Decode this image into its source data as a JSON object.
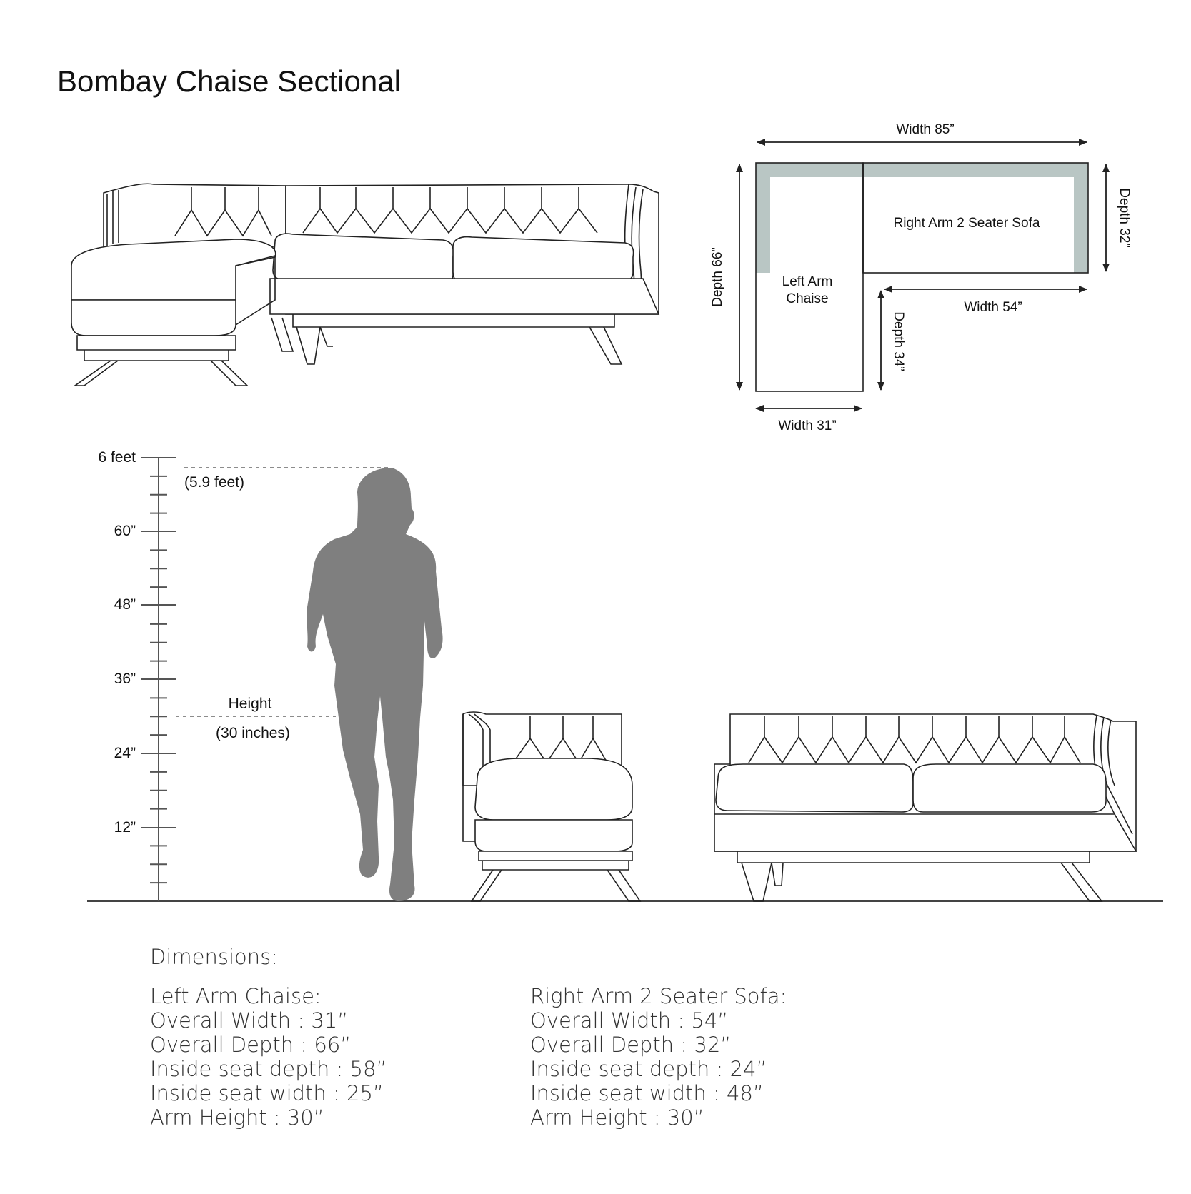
{
  "title": "Bombay Chaise Sectional",
  "plan": {
    "width_total": "Width 85”",
    "depth_total": "Depth 66”",
    "depth_sofa": "Depth 32”",
    "width_sofa": "Width 54”",
    "depth_chaise_inner": "Depth 34”",
    "width_chaise": "Width 31”",
    "sofa_label": "Right Arm 2 Seater Sofa",
    "chaise_label_line1": "Left Arm",
    "chaise_label_line2": "Chaise",
    "backrest_color": "#b9c6c4"
  },
  "scale": {
    "ticks": [
      "6 feet",
      "60”",
      "48”",
      "36”",
      "24”",
      "12”"
    ],
    "person_height": "(5.9 feet)",
    "arm_height_label": "Height",
    "arm_height_value": "(30 inches)",
    "person_color": "#7f7f7f"
  },
  "dimensions": {
    "heading": "Dimensions:",
    "chaise": {
      "title": "Left Arm Chaise:",
      "lines": [
        "Overall Width : 31”",
        "Overall Depth : 66”",
        "Inside seat depth : 58”",
        "Inside seat width : 25”",
        "Arm Height : 30”"
      ]
    },
    "sofa": {
      "title": "Right Arm 2 Seater Sofa:",
      "lines": [
        "Overall Width : 54”",
        "Overall Depth : 32”",
        "Inside seat depth : 24”",
        "Inside seat width : 48”",
        "Arm Height : 30”"
      ]
    }
  }
}
